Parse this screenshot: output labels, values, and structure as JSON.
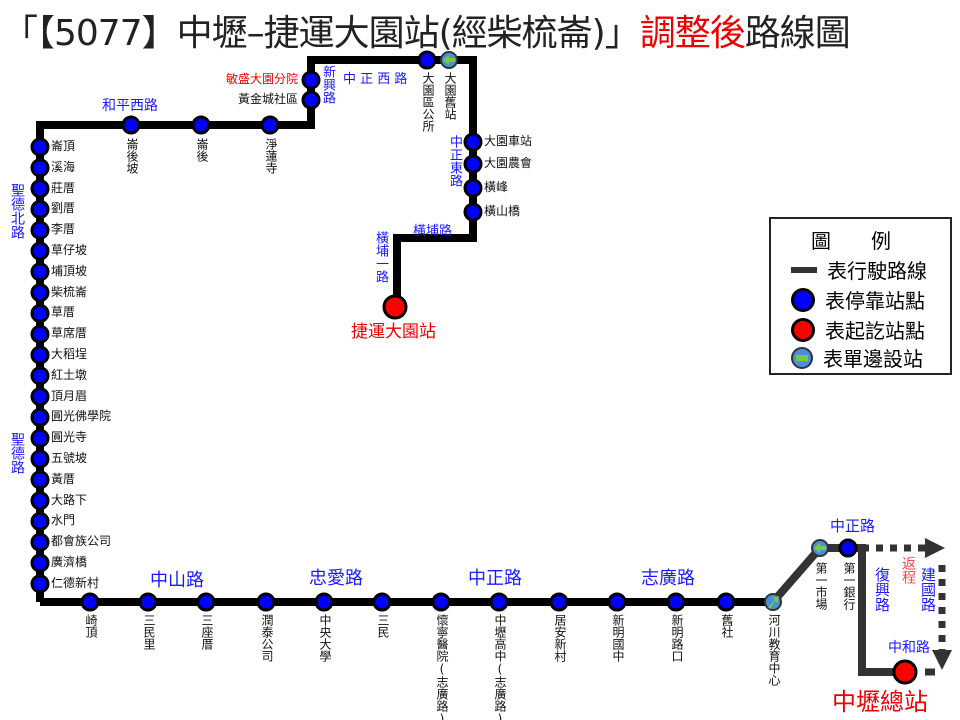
{
  "title": {
    "main": "「【5077】中壢–捷運大園站(經柴梳崙)」",
    "highlight": "調整後",
    "suffix": "路線圖"
  },
  "left_stops": [
    "崙頂",
    "溪海",
    "莊厝",
    "劉厝",
    "李厝",
    "草仔坡",
    "埔頂坡",
    "柴梳崙",
    "草厝",
    "草席厝",
    "大稻埕",
    "紅土墩",
    "頂月眉",
    "圓光佛學院",
    "圓光寺",
    "五號坡",
    "黃厝",
    "大路下",
    "水門",
    "都會族公司",
    "廣濟橋",
    "仁德新村"
  ],
  "top_stops": [
    "崙後坡",
    "崙後",
    "淨蓮寺"
  ],
  "xinxing_stops": [
    {
      "name": "敏盛大園分院",
      "highlight": true
    },
    {
      "name": "黃金城社區",
      "highlight": false
    }
  ],
  "zhongzheng_west_stops": [
    "大園區公所",
    "大園舊站"
  ],
  "east_stops": [
    "大園車站",
    "大園農會",
    "橫峰",
    "橫山橋"
  ],
  "bottom_stops": [
    "崎頂",
    "三民里",
    "三座厝",
    "潤泰公司",
    "中央大學",
    "三民",
    "懷寧醫院(志廣路)",
    "中壢高中(志廣路)",
    "居安新村",
    "新明國中",
    "新明路口",
    "舊社",
    "河川教育中心"
  ],
  "final_stops": [
    "第一市場",
    "第一銀行"
  ],
  "terminals": {
    "mrt": "捷運大園站",
    "zhongli": "中壢總站"
  },
  "roads": {
    "shengde_north": "聖德北路",
    "shengde": "聖德路",
    "heping_west": "和平西路",
    "xinxing": "新興路",
    "zhongzheng_west": "中 正 西 路",
    "zhongzheng_east": "中正東路",
    "hengpu": "橫埔路",
    "hengpu1": "橫埔一路",
    "zhongshan": "中山路",
    "zhongai": "忠愛路",
    "zhongzheng": "中正路",
    "zhiguang": "志廣路",
    "zhongzheng2": "中正路",
    "fuxing": "復興路",
    "return": "返程",
    "jianguo": "建國路",
    "zhonghe": "中和路"
  },
  "legend": {
    "title": "圖例",
    "items": [
      "表行駛路線",
      "表停靠站點",
      "表起訖站點",
      "表單邊設站"
    ]
  },
  "colors": {
    "stop": "#0000ff",
    "terminal": "#ff0000",
    "line": "#000000",
    "road": "#1a1aff",
    "single_side": "#4a90d9",
    "arrow": "#7ac943"
  }
}
